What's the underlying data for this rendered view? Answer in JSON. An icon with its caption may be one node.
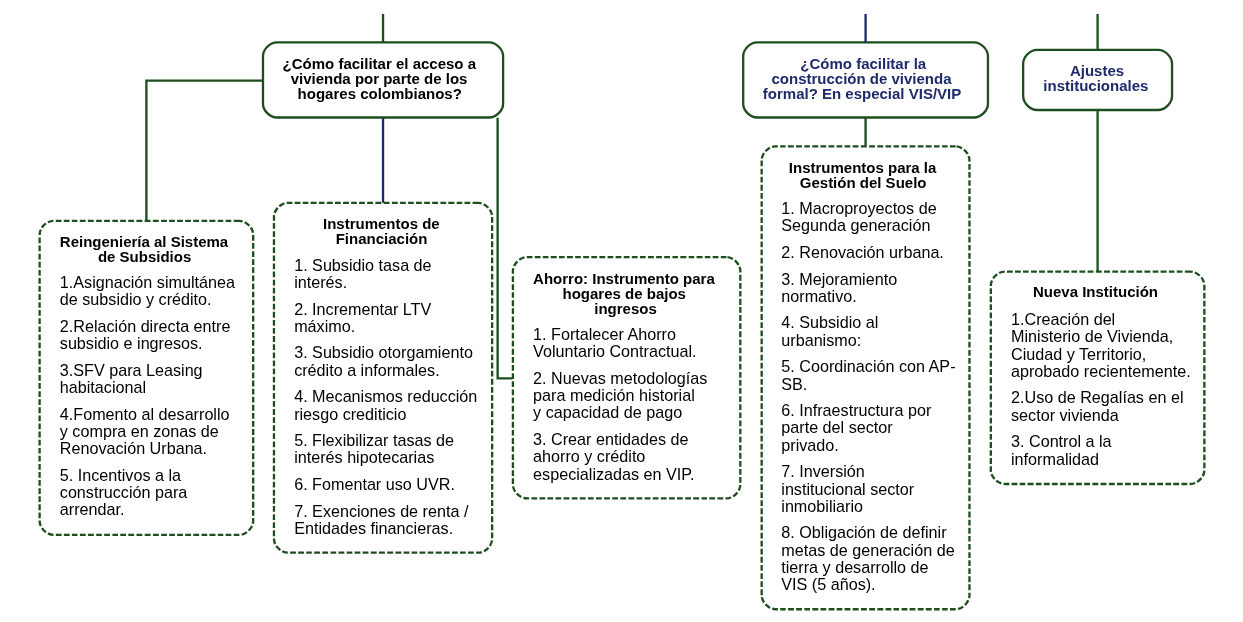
{
  "diagram": {
    "nodes": [
      {
        "text": [
          "¿Cómo facilitar el acceso a vivienda por parte de los hogares colombianos?"
        ]
      },
      {
        "text": [
          "¿Cómo facilitar la construcción de vivienda formal? En especial VIS/VIP"
        ]
      },
      {
        "text": [
          "Ajustes institucionales"
        ]
      },
      {
        "text": [
          "Reingeniería al Sistema de Subsidios",
          "1.Asignación simultánea de subsidio y crédito.",
          "2.Relación directa entre subsidio e ingresos.",
          "3.SFV para Leasing habitacional",
          "4.Fomento al desarrollo y compra en zonas de Renovación Urbana.",
          "5. Incentivos a la construcción para arrendar."
        ]
      },
      {
        "text": [
          "Instrumentos de Financiación",
          "1. Subsidio tasa de interés.",
          "2. Incrementar LTV máximo.",
          "3. Subsidio otorgamiento crédito a informales.",
          "4. Mecanismos reducción riesgo crediticio",
          "5. Flexibilizar tasas de interés hipotecarias",
          "6. Fomentar uso UVR.",
          "7. Exenciones de renta / Entidades financieras."
        ]
      },
      {
        "text": [
          "Ahorro: Instrumento para hogares de bajos ingresos",
          "1. Fortalecer Ahorro Voluntario Contractual.",
          "2. Nuevas metodologías para medición historial y capacidad de pago",
          "3. Crear entidades de ahorro y crédito especializadas en VIP."
        ]
      },
      {
        "text": [
          "Instrumentos para la Gestión del Suelo",
          "1. Macroproyectos de Segunda generación",
          "2. Renovación urbana.",
          "3. Mejoramiento normativo.",
          "4. Subsidio al urbanismo:",
          "5. Coordinación con AP-SB.",
          "6. Infraestructura por parte del sector privado.",
          "7. Inversión institucional sector inmobiliario",
          "8. Obligación de definir metas de generación de tierra y desarrollo de VIS (5 años)."
        ]
      },
      {
        "text": [
          "Nueva Institución",
          "1.Creación del Ministerio de Vivienda, Ciudad y Territorio, aprobado recientemente.",
          "2.Uso de Regalías en el sector vivienda",
          "3. Control a la informalidad"
        ]
      }
    ],
    "edges": [
      {
        "from": null,
        "to": 0,
        "arrow": "none"
      },
      {
        "from": null,
        "to": 1,
        "arrow": "none",
        "color": "#1f2a6b"
      },
      {
        "from": null,
        "to": 2,
        "arrow": "none"
      },
      {
        "from": 0,
        "to": 3,
        "arrow": "none"
      },
      {
        "from": 0,
        "to": 4,
        "arrow": "none",
        "color": "#1f2a6b"
      },
      {
        "from": 0,
        "to": 5,
        "arrow": "none"
      },
      {
        "from": 1,
        "to": 6,
        "arrow": "none"
      },
      {
        "from": 2,
        "to": 7,
        "arrow": "none"
      }
    ]
  }
}
